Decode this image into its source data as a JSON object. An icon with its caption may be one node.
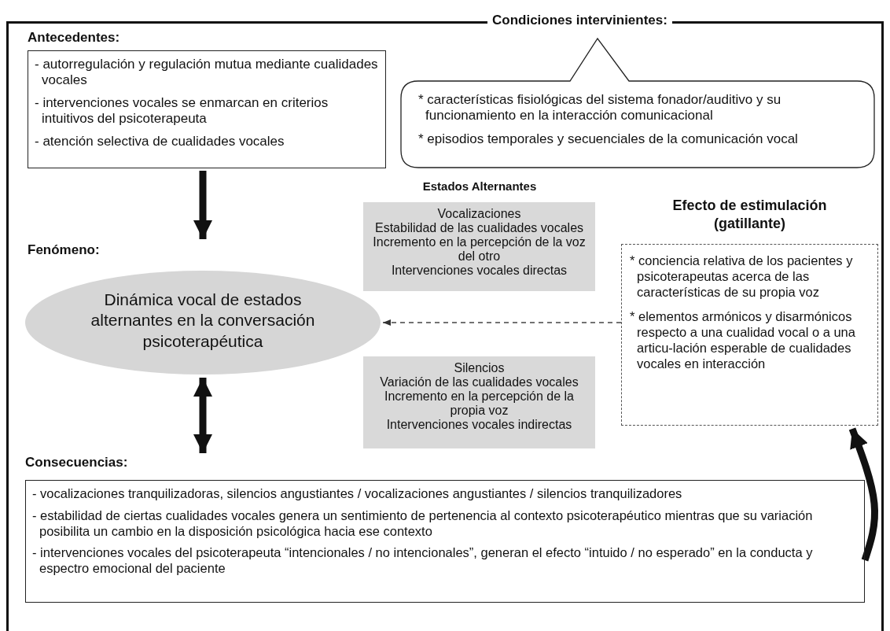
{
  "diagram": {
    "nodes": [
      {
        "text": [
          "Condiciones intervinientes:"
        ]
      },
      {
        "text": [
          "Antecedentes:",
          "- autorregulación y regulación mutua mediante cualidades vocales",
          "- intervenciones vocales se enmarcan en criterios intuitivos del psicoterapeuta",
          "- atención selectiva de cualidades vocales"
        ],
        "in": 0
      },
      {
        "text": [
          "* características fisiológicas del sistema fonador/auditivo y su funcionamiento en la interacción comunicacional",
          "* episodios temporales y secuenciales de la comunicación vocal"
        ],
        "in": 0
      },
      {
        "text": [
          "Fenómeno:",
          "Dinámica vocal de estados alternantes en la conversación psicoterapéutica"
        ],
        "in": 0
      },
      {
        "text": [
          "Vocalizaciones",
          "Estabilidad de las cualidades vocales",
          "Incremento en la percepción de la voz del otro",
          "Intervenciones vocales directas"
        ],
        "in": 0
      },
      {
        "text": [
          "Silencios",
          "Variación de las cualidades vocales",
          "Incremento en la percepción de la propia voz",
          "Intervenciones vocales indirectas"
        ],
        "in": 0
      },
      {
        "text": [
          "Efecto de estimulación (gatillante)",
          "* conciencia relativa de los pacientes y psicoterapeutas acerca de las características de su propia voz",
          "* elementos armónicos y disarmónicos respecto a una cualidad vocal o a una articu-lación esperable de cualidades vocales en interacción"
        ],
        "in": 0
      },
      {
        "text": [
          "Consecuencias:",
          "- vocalizaciones tranquilizadoras, silencios angustiantes / vocalizaciones angustiantes / silencios tranquilizadores",
          "- estabilidad de ciertas cualidades vocales genera un sentimiento de pertenencia al contexto psicoterapéutico mientras que su variación posibilita un cambio en la disposición psicológica hacia ese contexto",
          "- intervenciones vocales del psicoterapeuta “intencionales / no intencionales”, generan el efecto “intuido / no esperado” en la conducta y espectro emocional del paciente"
        ],
        "in": 0
      }
    ],
    "edges": [
      {
        "from": 1,
        "to": 3,
        "arrow": "to"
      },
      {
        "from": 3,
        "to": 7,
        "arrow": "both"
      },
      {
        "from": 6,
        "to": 3,
        "arrow": "to",
        "style": "dashed"
      },
      {
        "from": 7,
        "to": 6,
        "arrow": "to"
      }
    ],
    "labels": [
      "Estados Alternantes"
    ]
  }
}
